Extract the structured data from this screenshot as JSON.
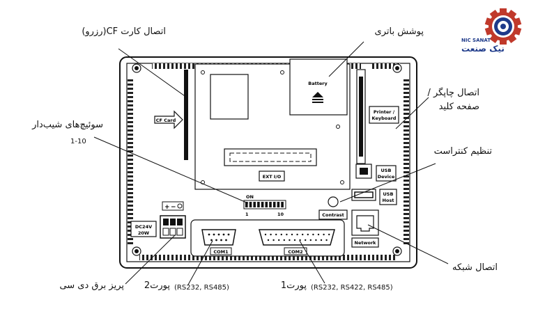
{
  "logo": {
    "brand_latin": "NIC SANAT",
    "brand_persian": "نیک صنعت",
    "colors": {
      "gear": "#c0392b",
      "circle": "#1e3a8a"
    }
  },
  "callouts": {
    "cf_card_slot": "اتصال کارت CF(رزرو)",
    "battery_cover": "پوشش باتری",
    "printer_keyboard": "اتصال چاپگر /",
    "printer_keyboard_2": "صفحه کلید",
    "dip_switches": "سوئیچ‌های شیب‌دار",
    "dip_switches_range": "1-10",
    "contrast": "تنظیم کنتراست",
    "network": "اتصال شبکه",
    "com1_port": "پورت2",
    "com1_protocols": "(RS232, RS485)",
    "com2_port": "پورت1",
    "com2_protocols": "(RS232, RS422, RS485)",
    "dc_socket": "پریز برق دی سی"
  },
  "panel": {
    "cf_card": "CF Card",
    "battery": "Battery",
    "printer": "Printer /",
    "keyboard": "Keyboard",
    "usb_device_1": "USB",
    "usb_device_2": "Device",
    "usb_host_1": "USB",
    "usb_host_2": "Host",
    "ext_io": "EXT I/O",
    "dip_on": "ON",
    "dip_first": "1",
    "dip_last": "10",
    "contrast": "Contrast",
    "network": "Network",
    "dc_1": "DC24V",
    "dc_2": "20W",
    "com1": "COM1",
    "com2": "COM2"
  }
}
